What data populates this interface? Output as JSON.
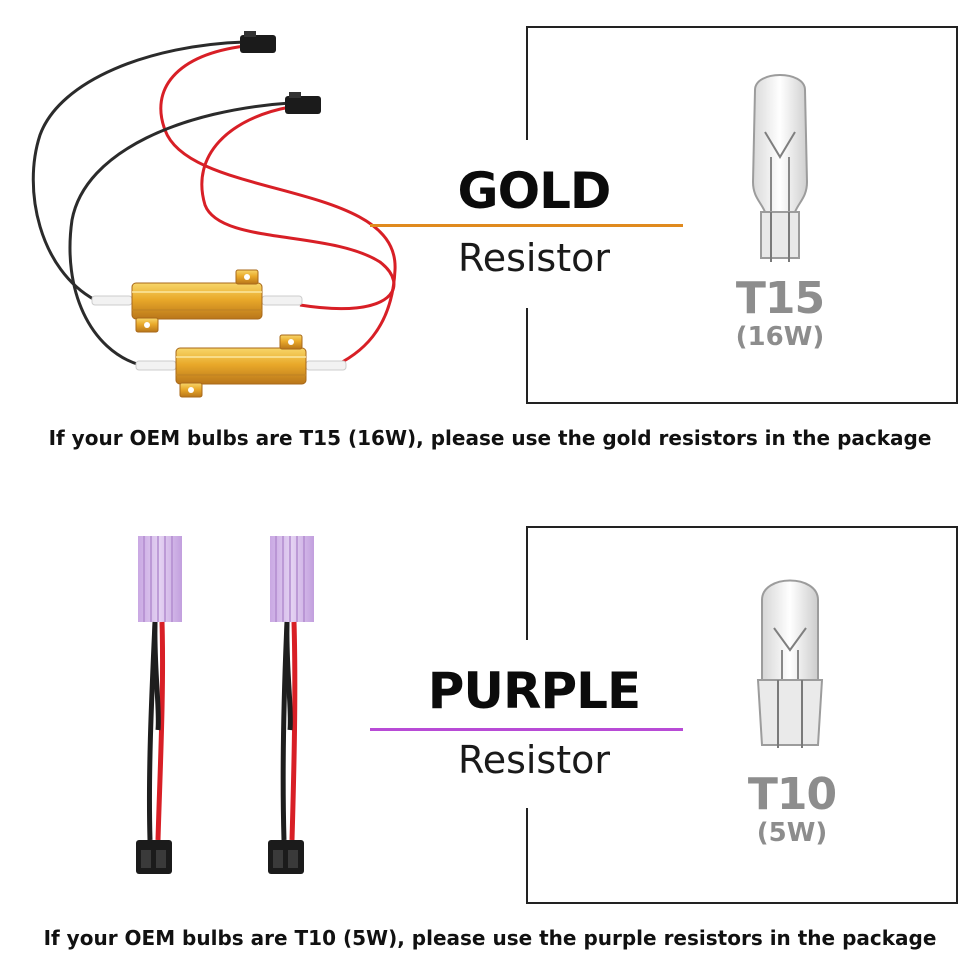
{
  "gold": {
    "color_word": "GOLD",
    "sub_word": "Resistor",
    "rule_color": "#e08a1e",
    "bulb_type": "T15",
    "bulb_watt": "(16W)",
    "caption": "If your OEM bulbs are T15 (16W), please use the gold resistors in the package"
  },
  "purple": {
    "color_word": "PURPLE",
    "sub_word": "Resistor",
    "rule_color": "#b84bd6",
    "bulb_type": "T10",
    "bulb_watt": "(5W)",
    "caption": "If your OEM bulbs are T10 (5W), please use the purple resistors in the package"
  }
}
